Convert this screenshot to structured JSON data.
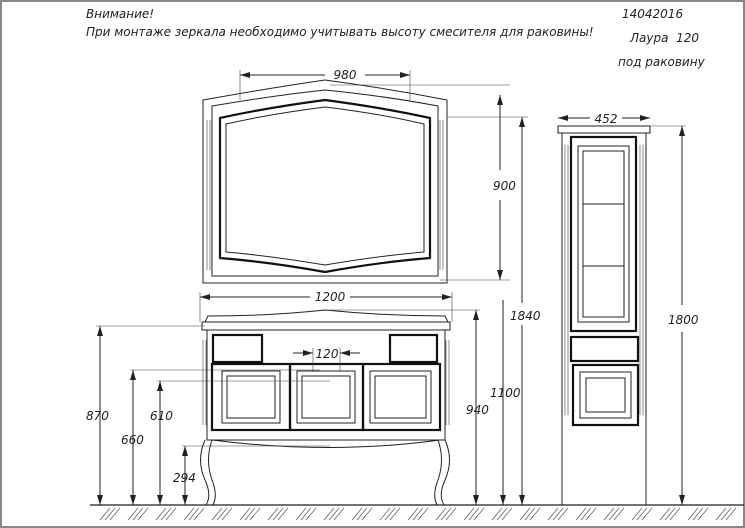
{
  "notes": {
    "warning_title": "Внимание!",
    "warning_text": "При монтаже зеркала необходимо учитывать высоту смесителя для раковины!",
    "date": "14042016",
    "model": "Лаура  120",
    "subtitle": "под раковину"
  },
  "dimensions": {
    "mirror_width": "980",
    "mirror_height": "900",
    "mirror_top_height": "1840",
    "cabinet_width": "1200",
    "faucet_spacing": "120",
    "height_870": "870",
    "height_660": "660",
    "height_610": "610",
    "height_294": "294",
    "height_940": "940",
    "height_1100": "1100",
    "column_width": "452",
    "column_height": "1800"
  }
}
